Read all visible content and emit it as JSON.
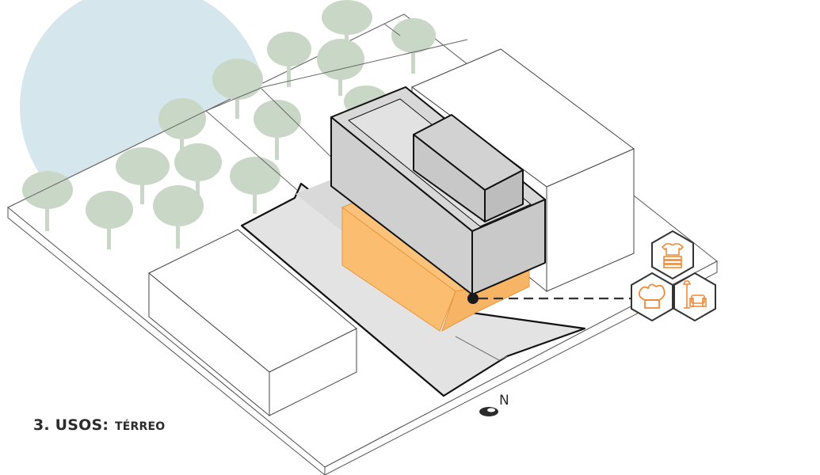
{
  "caption": {
    "number_label": "3. USOS:",
    "subtitle": "TÉRREO"
  },
  "north_label": "N",
  "colors": {
    "ground_floor_use": "#fbbd70",
    "ground_floor_use_side": "#f6a74f",
    "building_gray": "#d6d6d6",
    "building_gray_dark": "#c4c4c4",
    "sidewalk": "#e3e3e3",
    "trees": "#c9d7c6",
    "sky_circle": "#d5e6ec",
    "icon_orange": "#ee8a3a",
    "icon_outline": "#3a3a3a"
  },
  "icons": [
    {
      "name": "laundry-icon"
    },
    {
      "name": "chef-hat-icon"
    },
    {
      "name": "armchair-lamp-icon"
    }
  ]
}
